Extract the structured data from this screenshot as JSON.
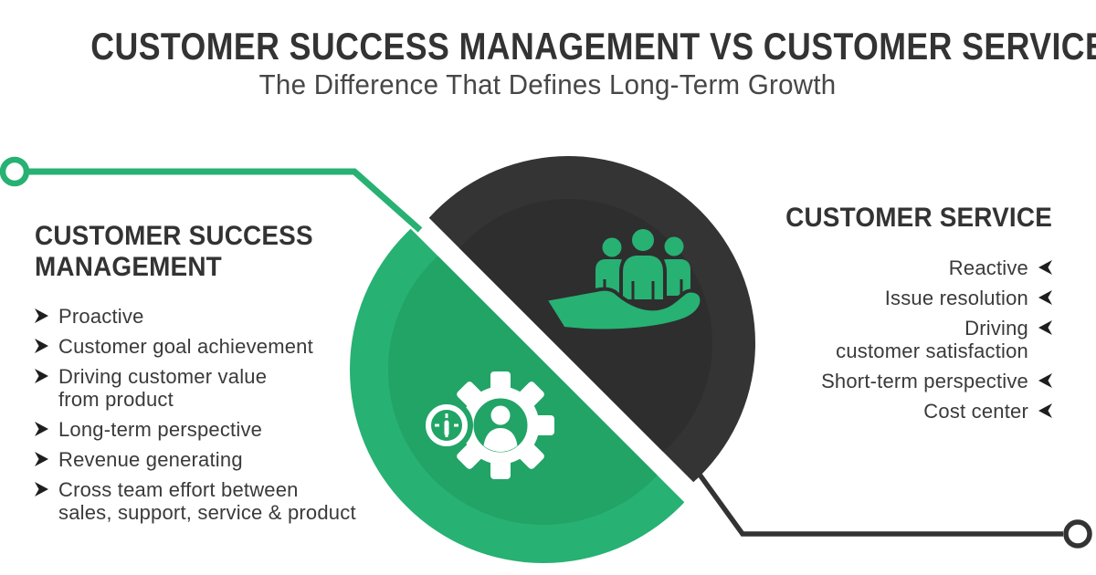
{
  "title": "CUSTOMER SUCCESS MANAGEMENT VS CUSTOMER SERVICE:",
  "subtitle": "The Difference That Defines Long-Term Growth",
  "left": {
    "heading": "CUSTOMER SUCCESS MANAGEMENT",
    "items": [
      {
        "lines": [
          "Proactive"
        ]
      },
      {
        "lines": [
          "Customer goal achievement"
        ]
      },
      {
        "lines": [
          "Driving customer value",
          "from product"
        ]
      },
      {
        "lines": [
          "Long-term perspective"
        ]
      },
      {
        "lines": [
          "Revenue generating"
        ]
      },
      {
        "lines": [
          "Cross team effort between",
          "sales, support, service & product"
        ]
      }
    ]
  },
  "right": {
    "heading": "CUSTOMER SERVICE",
    "items": [
      {
        "lines": [
          "Reactive"
        ]
      },
      {
        "lines": [
          "Issue resolution"
        ]
      },
      {
        "lines": [
          "Driving",
          "customer satisfaction"
        ]
      },
      {
        "lines": [
          "Short-term perspective"
        ]
      },
      {
        "lines": [
          "Cost center"
        ]
      }
    ]
  },
  "icons": {
    "left_bullet": "arrow-right",
    "right_bullet": "arrow-left",
    "dark_half": "people-in-hand",
    "green_half": "gear-person-with-timer"
  },
  "colors": {
    "green": "#27B173",
    "green_inner": "#21A466",
    "dark": "#343434",
    "dark_inner": "#2E2E2E",
    "heading_text": "#333333",
    "list_text": "#3A3A3A",
    "bullet": "#1E1E1E",
    "background": "#FFFFFF"
  }
}
